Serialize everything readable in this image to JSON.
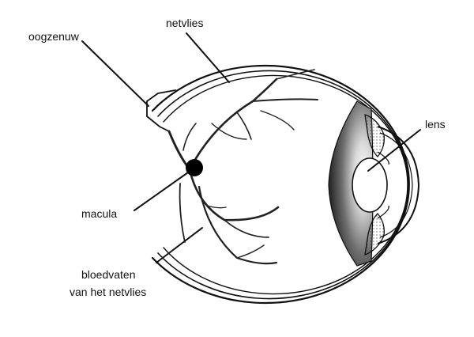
{
  "labels": {
    "optic_nerve": "oogzenuw",
    "retina": "netvlies",
    "lens": "lens",
    "macula": "macula",
    "blood_vessels_line1": "bloedvaten",
    "blood_vessels_line2": "van het netvlies"
  }
}
